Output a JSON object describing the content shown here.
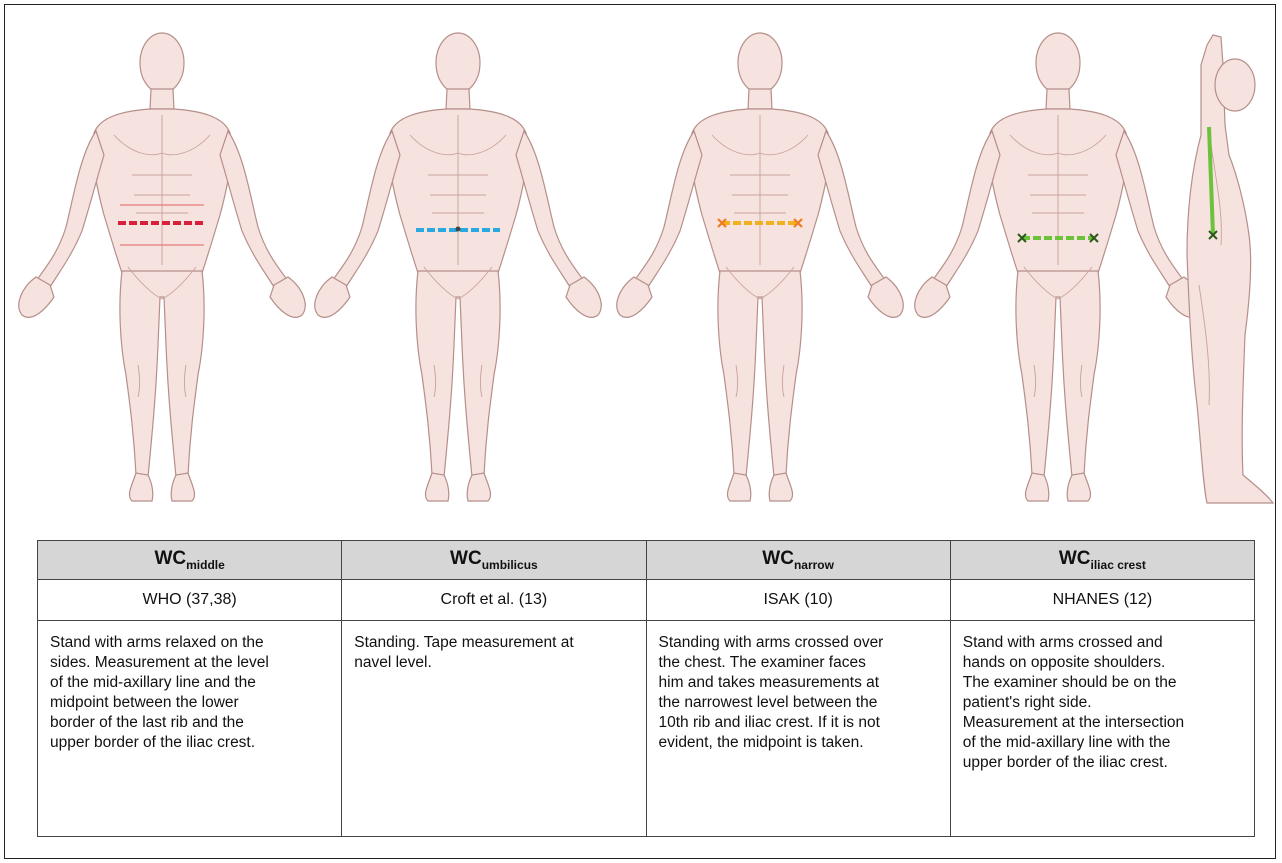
{
  "colors": {
    "middle": "#d9203a",
    "umbilicus": "#2aa8e0",
    "narrow": "#f0b020",
    "narrow_marker": "#f07a20",
    "iliac": "#6cc23a",
    "iliac_marker": "#2a5a1a",
    "skin": "#f6e2de",
    "skin_line": "#b58f8a",
    "header_bg": "#d6d6d6"
  },
  "figures": [
    {
      "name": "figure-wc-middle",
      "marker": "dashed-red-band"
    },
    {
      "name": "figure-wc-umbilicus",
      "marker": "dashed-blue-band"
    },
    {
      "name": "figure-wc-narrow",
      "marker": "dashed-orange-band"
    },
    {
      "name": "figure-wc-iliac-crest",
      "marker": "dashed-green-band"
    },
    {
      "name": "figure-side-view",
      "marker": "green-vertical-line"
    }
  ],
  "table": {
    "columns": [
      {
        "abbr": "WC",
        "sub": "middle",
        "source": "WHO (37,38)",
        "description": "Stand with arms relaxed on the sides. Measurement at the level of the mid-axillary line and the midpoint between the lower border of the last rib and the upper border of the iliac crest."
      },
      {
        "abbr": "WC",
        "sub": "umbilicus",
        "source": "Croft et al. (13)",
        "description": "Standing. Tape measurement at navel level."
      },
      {
        "abbr": "WC",
        "sub": "narrow",
        "source": "ISAK (10)",
        "description": "Standing with arms crossed over the chest. The examiner faces him and takes measurements at the narrowest level between the 10th rib and iliac crest. If it is not evident, the midpoint is taken."
      },
      {
        "abbr": "WC",
        "sub": "iliac crest",
        "source": "NHANES (12)",
        "description": "Stand with arms crossed and hands on opposite shoulders. The examiner should be on the patient's right side. Measurement at the intersection of the mid-axillary line with the upper border of the iliac crest."
      }
    ]
  }
}
